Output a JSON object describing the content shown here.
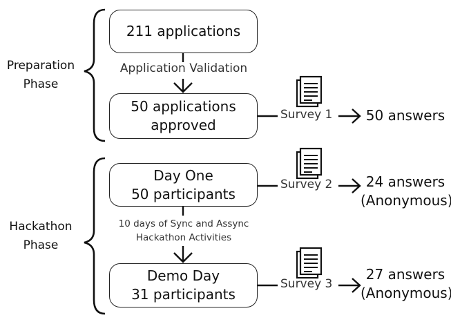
{
  "phases": {
    "preparation": [
      "Preparation",
      "Phase"
    ],
    "hackathon": [
      "Hackathon",
      "Phase"
    ]
  },
  "boxes": {
    "applications": [
      "211 applications"
    ],
    "approved": [
      "50 applications",
      "approved"
    ],
    "day_one": [
      "Day One",
      "50 participants"
    ],
    "demo_day": [
      "Demo Day",
      "31 participants"
    ]
  },
  "edges": {
    "validation": "Application Validation",
    "activities": [
      "10 days of Sync and Assync",
      "Hackathon Activities"
    ]
  },
  "surveys": [
    {
      "label": "Survey 1",
      "answers": [
        "50 answers"
      ],
      "icon": "document-icon"
    },
    {
      "label": "Survey 2",
      "answers": [
        "24 answers",
        "(Anonymous)"
      ],
      "icon": "document-icon"
    },
    {
      "label": "Survey 3",
      "answers": [
        "27 answers",
        "(Anonymous)"
      ],
      "icon": "document-icon"
    }
  ]
}
